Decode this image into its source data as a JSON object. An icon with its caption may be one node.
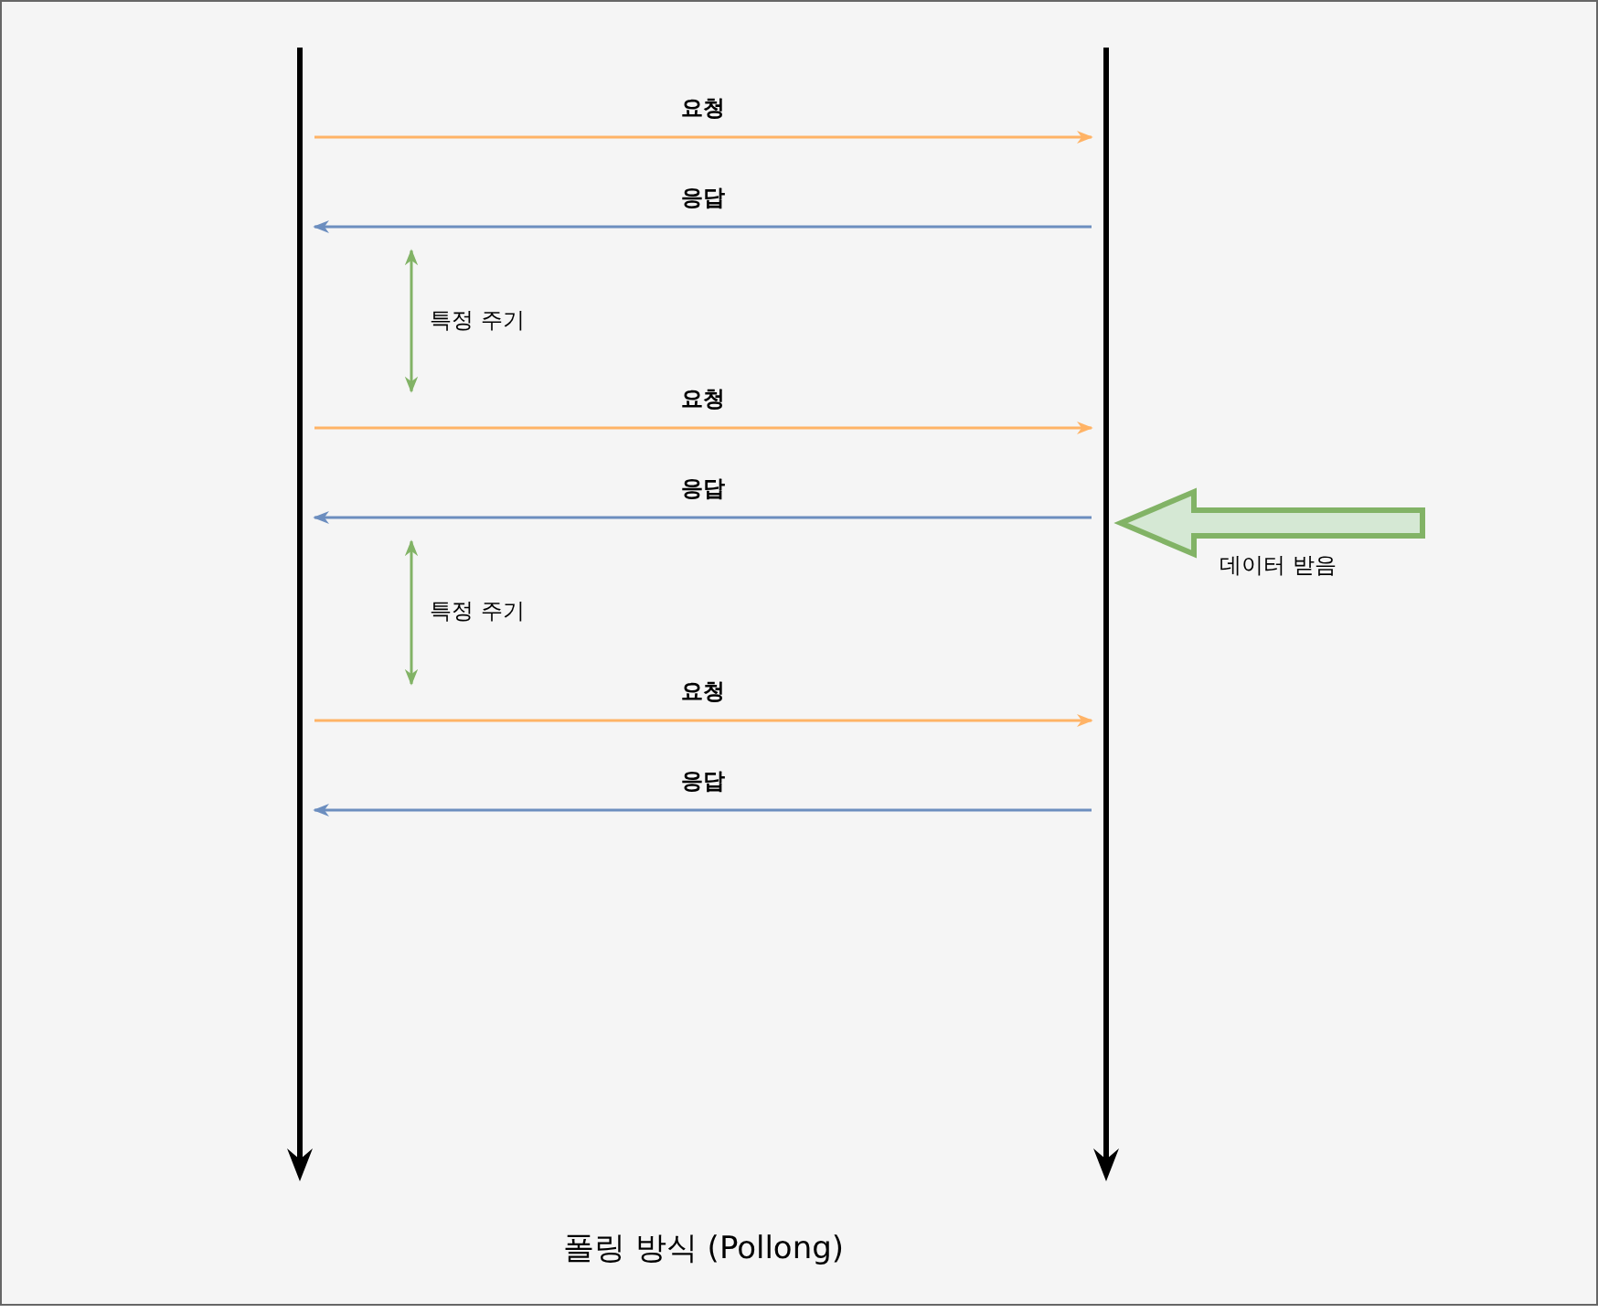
{
  "diagram": {
    "caption": "폴링 방식 (Pollong)",
    "nodes": [
      {
        "text": [],
        "shape": "bar"
      },
      {
        "text": [],
        "shape": "bar"
      }
    ],
    "edges": [
      {
        "from": 0,
        "to": 1,
        "arrow": "to",
        "label": "요청",
        "color": "#ffb366"
      },
      {
        "from": 1,
        "to": 0,
        "arrow": "to",
        "label": "응답",
        "color": "#6c8ebf"
      },
      {
        "from": 0,
        "to": 1,
        "arrow": "to",
        "label": "요청",
        "color": "#ffb366"
      },
      {
        "from": 1,
        "to": 0,
        "arrow": "to",
        "label": "응답",
        "color": "#6c8ebf"
      },
      {
        "from": null,
        "to": 1,
        "arrow": "to",
        "label": "데이터 받음",
        "style": "thick",
        "color": "#82b366"
      },
      {
        "from": 0,
        "to": 1,
        "arrow": "to",
        "label": "요청",
        "color": "#ffb366"
      },
      {
        "from": 1,
        "to": 0,
        "arrow": "to",
        "label": "응답",
        "color": "#6c8ebf"
      }
    ],
    "labels": [
      "특정 주기",
      "특정 주기"
    ]
  }
}
